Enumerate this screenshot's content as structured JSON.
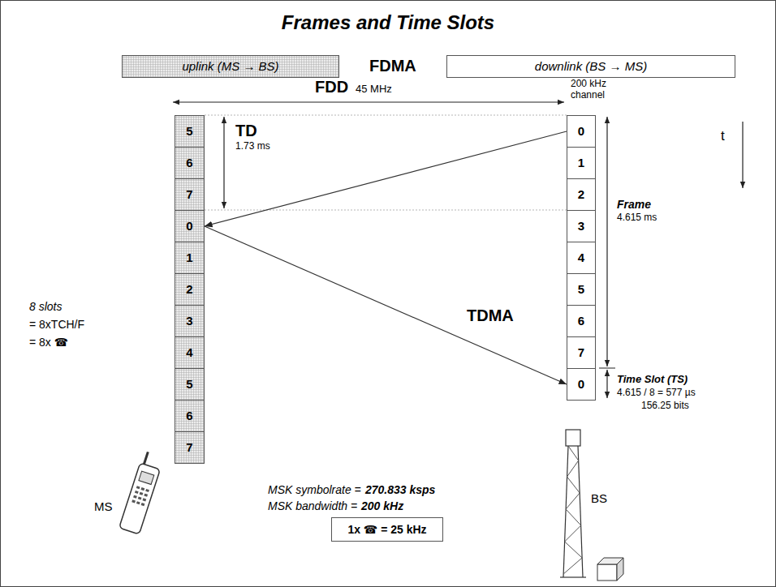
{
  "diagram": {
    "title": "Frames and Time Slots",
    "nodes": [
      {
        "text": [
          "uplink (MS → BS)"
        ]
      },
      {
        "text": [
          "downlink (BS → MS)"
        ]
      },
      {
        "text": [
          "5"
        ]
      },
      {
        "text": [
          "6"
        ]
      },
      {
        "text": [
          "7"
        ]
      },
      {
        "text": [
          "0"
        ]
      },
      {
        "text": [
          "1"
        ]
      },
      {
        "text": [
          "2"
        ]
      },
      {
        "text": [
          "3"
        ]
      },
      {
        "text": [
          "4"
        ]
      },
      {
        "text": [
          "5"
        ]
      },
      {
        "text": [
          "6"
        ]
      },
      {
        "text": [
          "7"
        ]
      },
      {
        "text": [
          "0"
        ]
      },
      {
        "text": [
          "1"
        ]
      },
      {
        "text": [
          "2"
        ]
      },
      {
        "text": [
          "3"
        ]
      },
      {
        "text": [
          "4"
        ]
      },
      {
        "text": [
          "5"
        ]
      },
      {
        "text": [
          "6"
        ]
      },
      {
        "text": [
          "7"
        ]
      },
      {
        "text": [
          "0"
        ]
      },
      {
        "text": [
          "1x ☎ = 25 kHz"
        ]
      }
    ],
    "edges": [
      {
        "from": 13,
        "to": 5,
        "arrow": "to"
      },
      {
        "from": 5,
        "to": 21,
        "arrow": "to"
      }
    ],
    "labels": [
      "FDMA",
      "FDD",
      "45 MHz",
      "200 kHz channel",
      "TD",
      "1.73 ms",
      "t",
      "Frame",
      "4.615 ms",
      "TDMA",
      "Time Slot (TS)",
      "4.615 / 8 = 577 µs",
      "156.25 bits",
      "8 slots",
      "= 8xTCH/F",
      "= 8x ☎",
      "MSK symbolrate =",
      "270.833 ksps",
      "MSK bandwidth =",
      "200 kHz",
      "MS",
      "BS"
    ]
  }
}
